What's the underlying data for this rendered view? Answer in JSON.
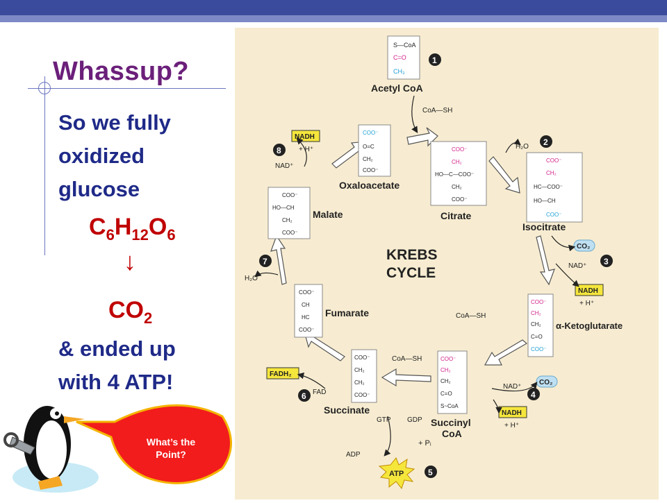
{
  "slide": {
    "title": "Whassup?",
    "line1": "So we fully",
    "line2": "oxidized",
    "line3": "glucose",
    "formula_main": "C",
    "formula_sub1": "6",
    "formula_h": "H",
    "formula_sub2": "12",
    "formula_o": "O",
    "formula_sub3": "6",
    "arrow": "↓",
    "product_main": "CO",
    "product_sub": "2",
    "line4": "& ended up",
    "line5": "with 4 ATP!",
    "bubble": "What’s the Point?"
  },
  "diagram": {
    "cycle_title_1": "KREBS",
    "cycle_title_2": "CYCLE",
    "compounds": {
      "acetyl_coa": "Acetyl CoA",
      "citrate": "Citrate",
      "isocitrate": "Isocitrate",
      "ketoglutarate": "α-Ketoglutarate",
      "succinyl_coa_1": "Succinyl",
      "succinyl_coa_2": "CoA",
      "succinate": "Succinate",
      "fumarate": "Fumarate",
      "malate": "Malate",
      "oxaloacetate": "Oxaloacetate"
    },
    "molecules": {
      "coa_sh_1": "CoA—SH",
      "coa_sh_2": "CoA—SH",
      "coa_sh_3": "CoA—SH",
      "h2o_1": "H₂O",
      "h2o_2": "H₂O",
      "nad_1": "NAD⁺",
      "nad_2": "NAD⁺",
      "nad_3": "NAD⁺",
      "nadh_1": "NADH",
      "nadh_2": "NADH",
      "nadh_3": "NADH",
      "hplus_1": "+ H⁺",
      "hplus_2": "+ H⁺",
      "hplus_3": "+ H⁺",
      "co2_1": "CO₂",
      "co2_2": "CO₂",
      "fadh2": "FADH₂",
      "fad": "FAD",
      "gtp": "GTP",
      "gdp": "GDP",
      "adp": "ADP",
      "atp": "ATP",
      "pi": "+ Pᵢ"
    },
    "steps": [
      "1",
      "2",
      "3",
      "4",
      "5",
      "6",
      "7",
      "8"
    ],
    "structure_labels": {
      "s": "S—CoA",
      "co": "C=O",
      "ch3": "CH₃",
      "coo": "COO⁻",
      "ch2": "CH₂",
      "ho_c": "HO—C—COO⁻",
      "hc": "HC—COO⁻",
      "ho_ch": "HO—CH",
      "c_o": "C=O",
      "ch": "CH",
      "hc2": "HC",
      "o_c": "O=C",
      "s_coa": "S~CoA"
    },
    "colors": {
      "background": "#f7ecd1",
      "accent_cyan": "#1fa0d6",
      "accent_magenta": "#d21e8a",
      "highlight_yellow": "#f5e63c",
      "co2_blue": "#bfe0f2"
    }
  },
  "colors": {
    "title": "#6b1f7a",
    "body": "#1f2a88",
    "formula": "#c00000",
    "bubble": "#f21c1c",
    "topbar": "#3a4a9c"
  }
}
